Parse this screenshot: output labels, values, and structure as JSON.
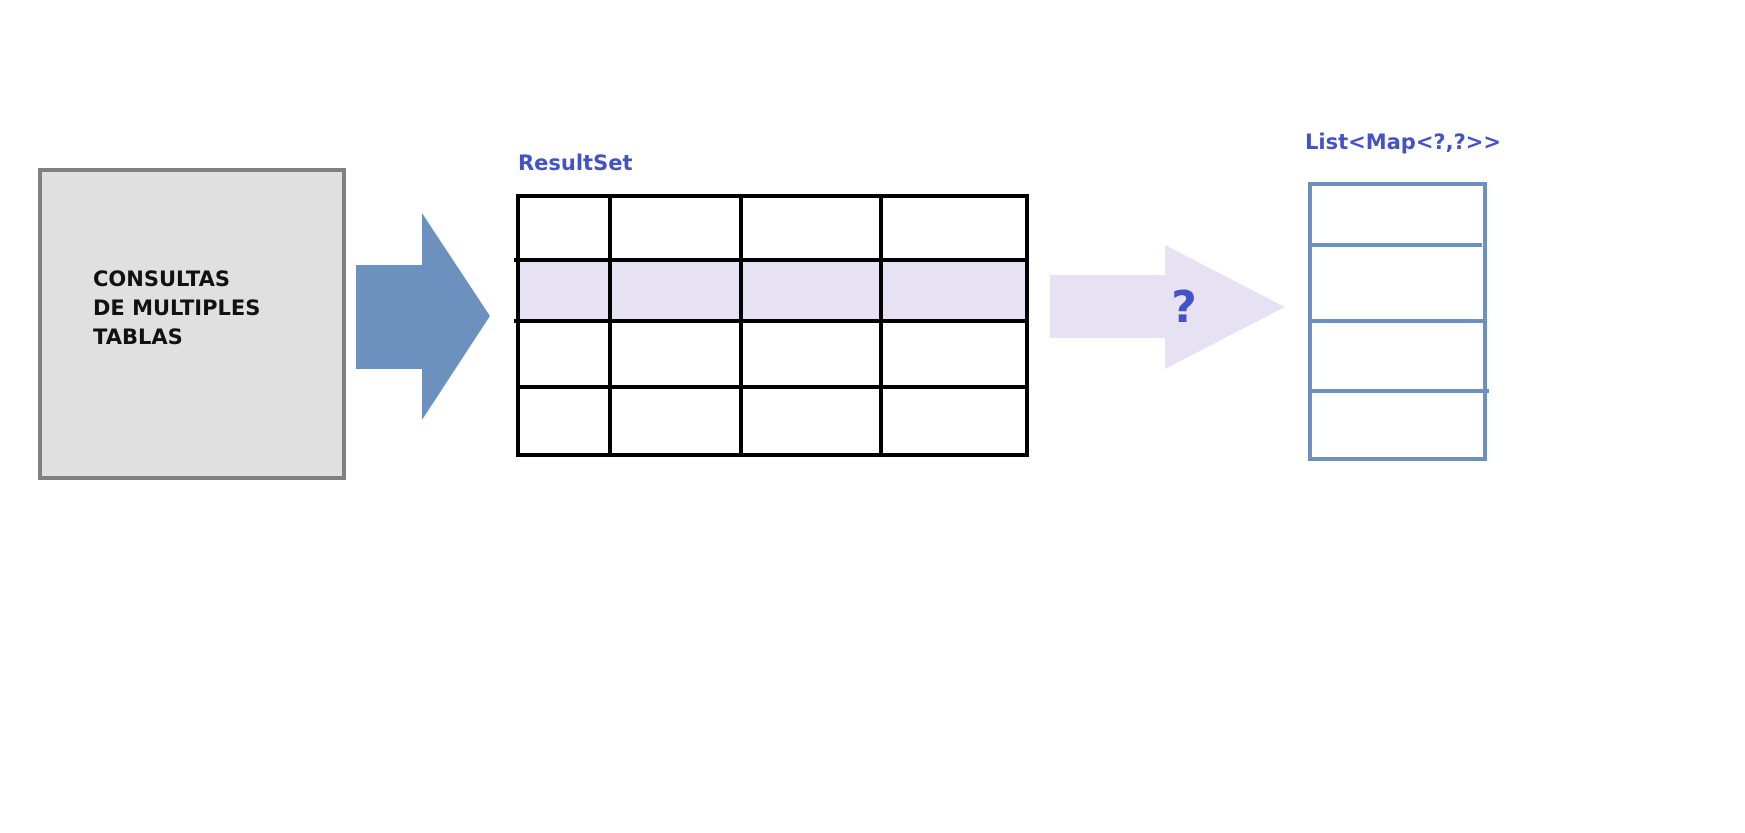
{
  "source_box": {
    "lines": [
      "CONSULTAS",
      "DE MULTIPLES",
      "TABLAS"
    ],
    "fill_color": "#e0e0e0",
    "border_color": "#808080"
  },
  "resultset": {
    "title": "ResultSet",
    "rows": 4,
    "columns": 4,
    "highlighted_row": 2,
    "highlight_color": "#e6e2f4",
    "line_color": "#000000"
  },
  "transform_arrow": {
    "label": "?",
    "fill_color": "#e6e2f4"
  },
  "input_arrow": {
    "fill_color": "#6d91be"
  },
  "list_map": {
    "title": "List<Map<?,?>>",
    "rows": 4,
    "border_color": "#6d91be"
  },
  "colors": {
    "label_blue": "#4452c8"
  }
}
